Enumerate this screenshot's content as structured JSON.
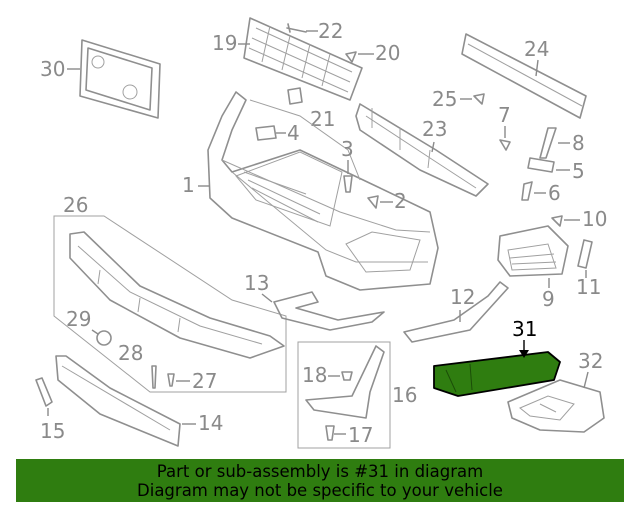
{
  "highlight_color": "#2f7d10",
  "highlighted_part": "31",
  "callouts": {
    "c1": "1",
    "c2": "2",
    "c3": "3",
    "c4": "4",
    "c5": "5",
    "c6": "6",
    "c7": "7",
    "c8": "8",
    "c9": "9",
    "c10": "10",
    "c11": "11",
    "c12": "12",
    "c13": "13",
    "c14": "14",
    "c15": "15",
    "c16": "16",
    "c17": "17",
    "c18": "18",
    "c19": "19",
    "c20": "20",
    "c21": "21",
    "c22": "22",
    "c23": "23",
    "c24": "24",
    "c25": "25",
    "c26": "26",
    "c27": "27",
    "c28": "28",
    "c29": "29",
    "c30": "30",
    "c31": "31",
    "c32": "32"
  },
  "banner": {
    "line1": "Part or sub-assembly is #31 in diagram",
    "line2": "Diagram may not be specific to your vehicle"
  }
}
